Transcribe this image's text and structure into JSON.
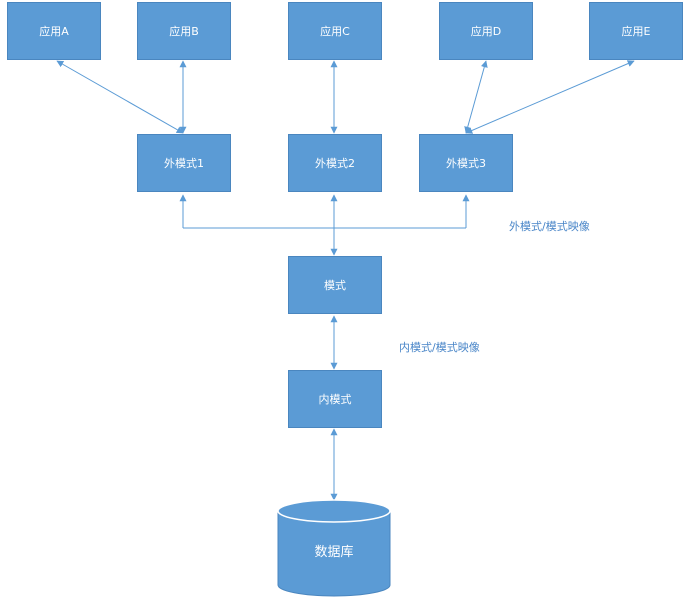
{
  "colors": {
    "box_fill": "#5b9bd5",
    "line": "#5b9bd5",
    "annotation_text": "#4a86c8"
  },
  "apps": [
    {
      "id": "app-a",
      "label": "应用A"
    },
    {
      "id": "app-b",
      "label": "应用B"
    },
    {
      "id": "app-c",
      "label": "应用C"
    },
    {
      "id": "app-d",
      "label": "应用D"
    },
    {
      "id": "app-e",
      "label": "应用E"
    }
  ],
  "external_schemas": [
    {
      "id": "ext-1",
      "label": "外模式1"
    },
    {
      "id": "ext-2",
      "label": "外模式2"
    },
    {
      "id": "ext-3",
      "label": "外模式3"
    }
  ],
  "schema": {
    "label": "模式"
  },
  "internal_schema": {
    "label": "内模式"
  },
  "database": {
    "label": "数据库"
  },
  "annotations": {
    "external_mapping": "外模式/模式映像",
    "internal_mapping": "内模式/模式映像"
  }
}
